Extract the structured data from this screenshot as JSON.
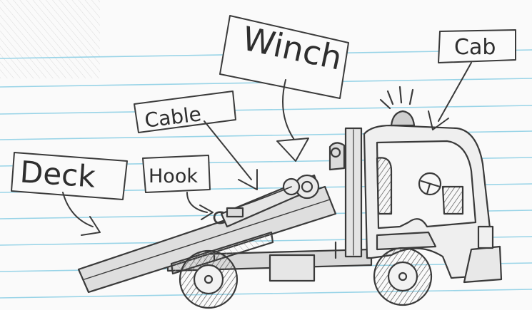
{
  "labels": {
    "winch": "Winch",
    "cab": "Cab",
    "cable": "Cable",
    "deck": "Deck",
    "hook": "Hook"
  },
  "colors": {
    "paper": "#fafafa",
    "ruled_line": "#8fd0e6",
    "pencil": "#3a3a3a"
  }
}
